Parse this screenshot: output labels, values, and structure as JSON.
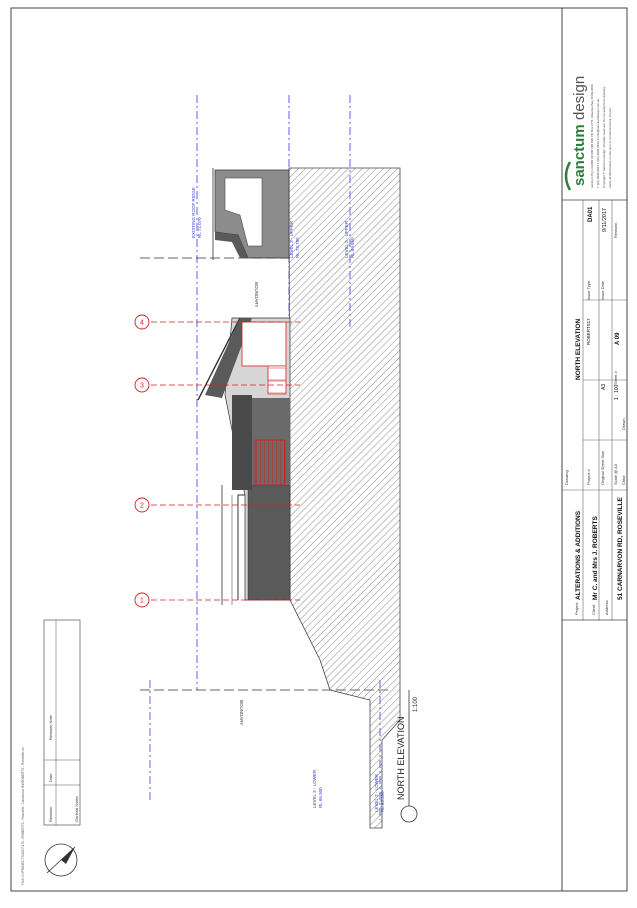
{
  "drawing": {
    "title": "NORTH ELEVATION",
    "scale": "1:100",
    "grid_bubbles": [
      "1",
      "2",
      "3",
      "4"
    ],
    "level_labels": {
      "ridge": "EXISTING ROOF RIDGE",
      "ridge_rl": "RL 72.070",
      "upper_a": "LEVEL 3 - UPPER",
      "upper_a_rl": "RL 73.785",
      "upper_b": "LEVEL 2 - UPPER",
      "upper_b_rl": "RL 69.650",
      "lower_a": "LEVEL 3 - LOWER",
      "lower_a_rl": "RL 66.900",
      "lower_b": "LEVEL 2 - LOWER",
      "lower_b_rl": "RL 63.350"
    },
    "boundary_label": "BOUNDARY"
  },
  "file_path": "FILE: D:\\PROJECTS\\2017\\170...\\ROBERTS - Roseville - Carnarvon Rd\\ROBERTS - Roseville.rvt",
  "revision_table": {
    "headers": [
      "Revision",
      "Date",
      "Revision Note"
    ],
    "general_notes_label": "General Notes"
  },
  "title_block": {
    "project_label": "Project",
    "project": "ALTERATIONS & ADDITIONS",
    "client_label": "Client",
    "client": "Mr C. and Mrs J. ROBERTS",
    "address_label": "Address",
    "address": "51 CARNARVON RD, ROSEVILLE",
    "drawing_label": "Drawing",
    "drawing": "NORTH ELEVATION",
    "project_no_label": "Project #",
    "project_no": "ROBERTS17",
    "issue_type_label": "Issue Type",
    "issue_type": "DA01",
    "orig_sheet_label": "Original Sheet Size",
    "orig_sheet": "A3",
    "issue_date_label": "Issue Date",
    "issue_date": "9/11/2017",
    "scale_label": "Scale @ A3",
    "scale": "1 : 100",
    "sheet_no_label": "Sheet #",
    "sheet_no": "A 09",
    "revision_label": "Revision",
    "checked_label": "Chkd",
    "drawn_label": "Drawn"
  },
  "logo": {
    "brand_bold": "sanctum",
    "brand_light": "design",
    "contact_1": "sanctum Pty Ltd  ABN 00 000 000 000  PO Box 2771, Meadow Bay, NSW 2000",
    "contact_2": "T (02) 9999 9844  F (02) 9999 9833  E info@sanctumdesign.com.au",
    "contact_3": "Copyright © Sanctum Design. All rights reserved. Do not scale from drawing.",
    "contact_4": "Verify all dimensions on site prior to commencement of work."
  },
  "colors": {
    "hatch": "#9a9a9a",
    "wall_dark": "#5a5a5a",
    "wall_mid": "#8c8c8c",
    "level_line": "#3a3ad6",
    "grid_line": "#d02020",
    "brand_green": "#2e7d3a"
  }
}
